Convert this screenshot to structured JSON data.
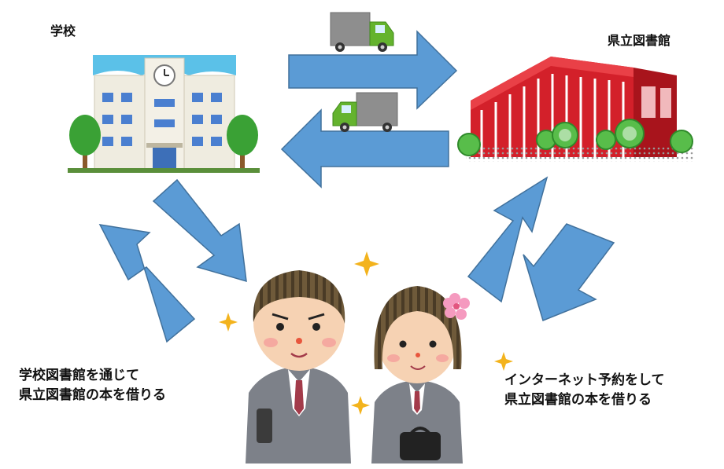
{
  "labels": {
    "school": "学校",
    "library": "県立図書館"
  },
  "captions": {
    "left": [
      "学校図書館を通じて",
      "県立図書館の本を借りる"
    ],
    "right": [
      "インターネット予約をして",
      "県立図書館の本を借りる"
    ]
  },
  "colors": {
    "arrow": "#5b9bd5",
    "arrow_stroke": "#41719c",
    "library_red": "#d3202a",
    "truck_green": "#64b32e",
    "truck_cargo": "#8e8e8e",
    "sky_blue": "#5bc1e8",
    "building_cream": "#efece0",
    "window_blue": "#4a7fd0",
    "tree_green": "#3aa135",
    "suit_gray": "#7d8189",
    "sparkle_gold": "#f3b31d"
  },
  "icons": [
    "school-building-icon",
    "library-building-icon",
    "truck-icon",
    "students-icon",
    "sparkle-icon"
  ]
}
